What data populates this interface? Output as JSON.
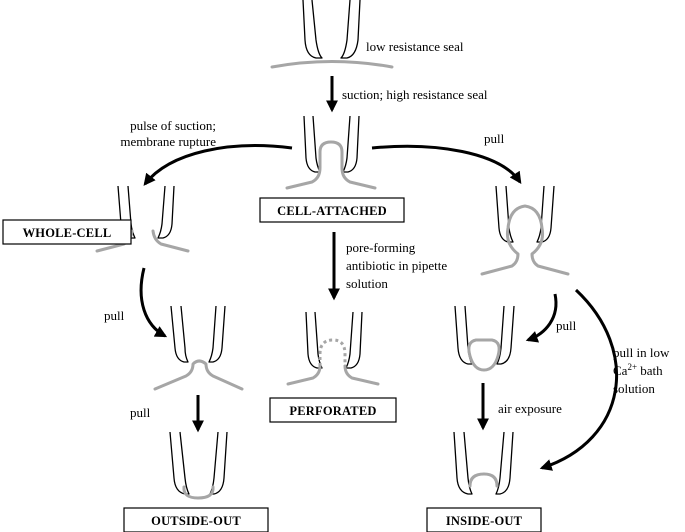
{
  "labels": {
    "low_resistance_seal": "low resistance seal",
    "suction_high_resistance": "suction; high resistance seal",
    "pulse_line1": "pulse of suction;",
    "pulse_line2": "membrane rupture",
    "pull_right_top": "pull",
    "pore_line1": "pore-forming",
    "pore_line2": "antibiotic in pipette",
    "pore_line3": "solution",
    "pull_left_1": "pull",
    "pull_left_2": "pull",
    "pull_right_mid": "pull",
    "air_exposure": "air exposure",
    "low_ca_line1": "pull in low",
    "low_ca_line2_pre": "Ca",
    "low_ca_line2_sup": "2+",
    "low_ca_line2_post": " bath",
    "low_ca_line3": "solution"
  },
  "configurations": {
    "cell_attached": "CELL-ATTACHED",
    "whole_cell": "WHOLE-CELL",
    "perforated": "PERFORATED",
    "outside_out": "OUTSIDE-OUT",
    "inside_out": "INSIDE-OUT"
  },
  "colors": {
    "pipette": "#000000",
    "membrane": "#a6a6a6",
    "arrow": "#000000",
    "background": "#ffffff"
  }
}
